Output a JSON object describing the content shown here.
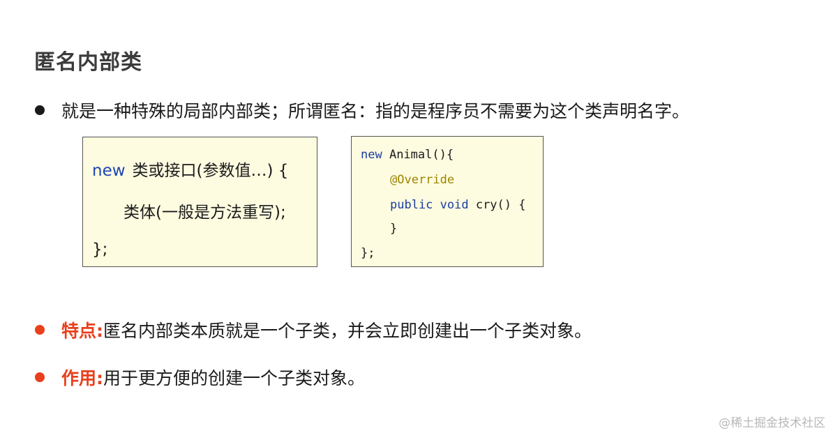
{
  "title": "匿名内部类",
  "bullets": {
    "b1": {
      "text": "就是一种特殊的局部内部类；所谓匿名：指的是程序员不需要为这个类声明名字。",
      "dot_color": "#1a1a1a"
    },
    "b2": {
      "label": "特点:",
      "text": "匿名内部类本质就是一个子类，并会立即创建出一个子类对象。",
      "dot_color": "#e8401c",
      "label_color": "#e8401c"
    },
    "b3": {
      "label": "作用:",
      "text": "用于更方便的创建一个子类对象。",
      "dot_color": "#e8401c",
      "label_color": "#e8401c"
    }
  },
  "syntax_box": {
    "line1_keyword": "new",
    "line1_rest": "类或接口(参数值…) {",
    "line2": "类体(一般是方法重写);",
    "line3": "};"
  },
  "code_box": {
    "l1_kw": "new",
    "l1_rest": " Animal(){",
    "l2": "@Override",
    "l3_kw": "public void",
    "l3_rest": " cry() {",
    "l4": "}",
    "l5": "};"
  },
  "watermark": "@稀土掘金技术社区"
}
